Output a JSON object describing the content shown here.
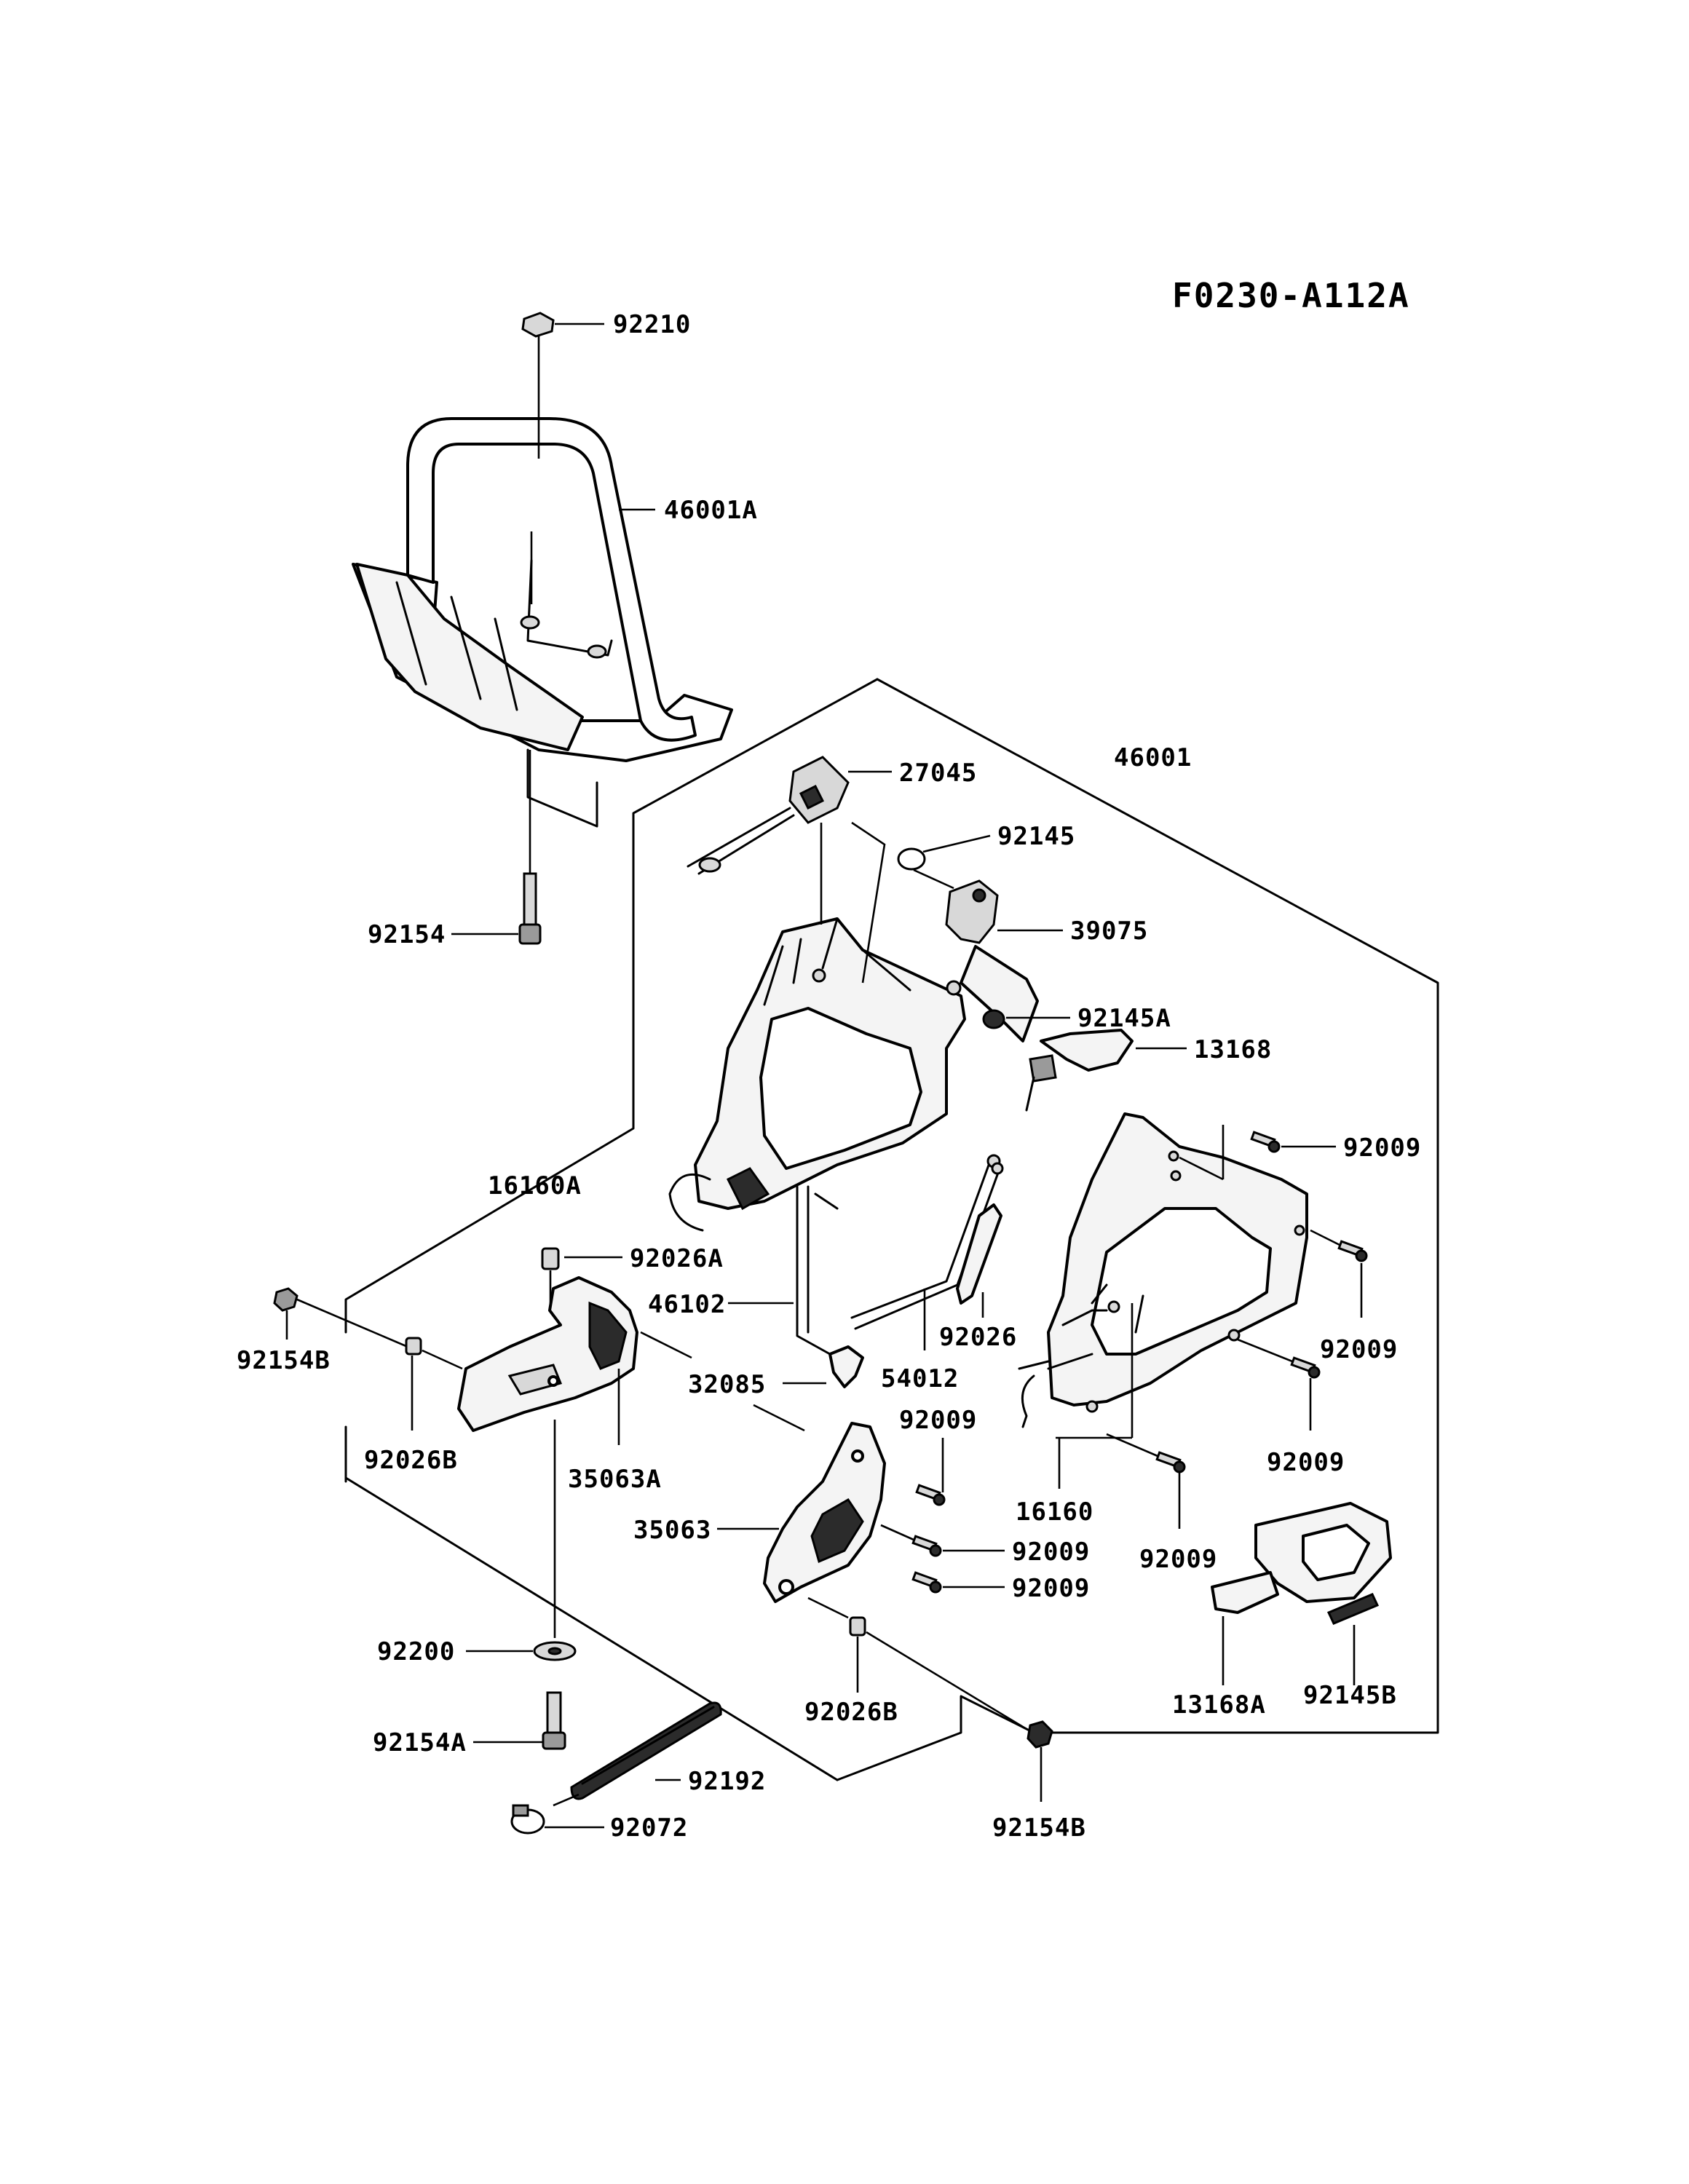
{
  "diagram_code": "F0230-A112A",
  "part_labels": {
    "p92210": "92210",
    "p46001A": "46001A",
    "p92154": "92154",
    "p27045": "27045",
    "p46001": "46001",
    "p92145": "92145",
    "p39075": "39075",
    "p92145A": "92145A",
    "p13168": "13168",
    "p92009_a": "92009",
    "p16160A": "16160A",
    "p92026A": "92026A",
    "p46102": "46102",
    "p92154B_left": "92154B",
    "p32085": "32085",
    "p54012": "54012",
    "p92026": "92026",
    "p92009_b": "92009",
    "p92009_c": "92009",
    "p92026B_left": "92026B",
    "p35063A": "35063A",
    "p92009_d": "92009",
    "p16160": "16160",
    "p35063": "35063",
    "p92009_e": "92009",
    "p92009_f": "92009",
    "p92009_g": "92009",
    "p92200": "92200",
    "p92026B_bottom": "92026B",
    "p13168A": "13168A",
    "p92145B": "92145B",
    "p92154A": "92154A",
    "p92192": "92192",
    "p92072": "92072",
    "p92154B_bottom": "92154B"
  }
}
